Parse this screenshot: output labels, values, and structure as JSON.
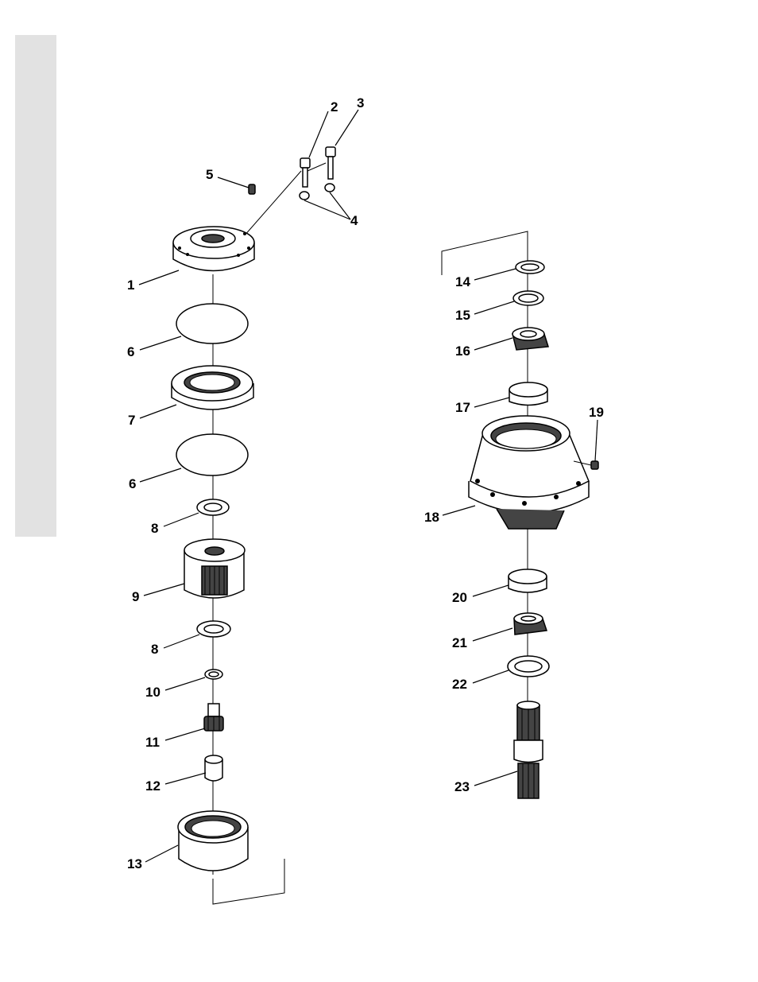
{
  "figure": {
    "callouts": [
      {
        "id": "1",
        "label": "1"
      },
      {
        "id": "2",
        "label": "2"
      },
      {
        "id": "3",
        "label": "3"
      },
      {
        "id": "4",
        "label": "4"
      },
      {
        "id": "5",
        "label": "5"
      },
      {
        "id": "6a",
        "label": "6"
      },
      {
        "id": "6b",
        "label": "6"
      },
      {
        "id": "7",
        "label": "7"
      },
      {
        "id": "8a",
        "label": "8"
      },
      {
        "id": "8b",
        "label": "8"
      },
      {
        "id": "9",
        "label": "9"
      },
      {
        "id": "10",
        "label": "10"
      },
      {
        "id": "11",
        "label": "11"
      },
      {
        "id": "12",
        "label": "12"
      },
      {
        "id": "13",
        "label": "13"
      },
      {
        "id": "14",
        "label": "14"
      },
      {
        "id": "15",
        "label": "15"
      },
      {
        "id": "16",
        "label": "16"
      },
      {
        "id": "17",
        "label": "17"
      },
      {
        "id": "18",
        "label": "18"
      },
      {
        "id": "19",
        "label": "19"
      },
      {
        "id": "20",
        "label": "20"
      },
      {
        "id": "21",
        "label": "21"
      },
      {
        "id": "22",
        "label": "22"
      },
      {
        "id": "23",
        "label": "23"
      }
    ]
  }
}
